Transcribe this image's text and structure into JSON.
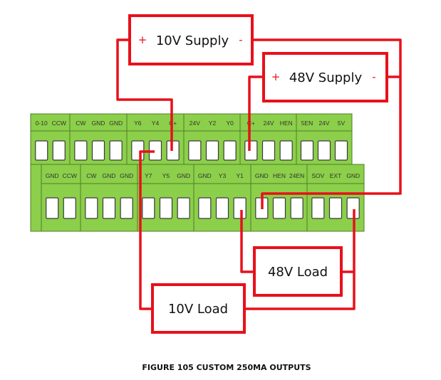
{
  "top_row": [
    {
      "labels": [
        "0-10",
        "CCW"
      ]
    },
    {
      "labels": [
        "CW",
        "GND",
        "GND"
      ]
    },
    {
      "labels": [
        "Y6",
        "Y4",
        "C+"
      ]
    },
    {
      "labels": [
        "24V",
        "Y2",
        "Y0"
      ]
    },
    {
      "labels": [
        "C+",
        "24V",
        "HEN"
      ]
    },
    {
      "labels": [
        "5EN",
        "24V",
        "5V"
      ]
    }
  ],
  "bottom_row": [
    {
      "labels": [
        "GND",
        "CCW"
      ]
    },
    {
      "labels": [
        "CW",
        "GND",
        "GND"
      ]
    },
    {
      "labels": [
        "Y7",
        "Y5",
        "GND"
      ]
    },
    {
      "labels": [
        "GND",
        "Y3",
        "Y1"
      ]
    },
    {
      "labels": [
        "GND",
        "HEN",
        "24EN"
      ]
    },
    {
      "labels": [
        "SOV",
        "EXT",
        "GND"
      ]
    }
  ],
  "supply_10v": {
    "label": "10V Supply",
    "plus": "+",
    "minus": "-"
  },
  "supply_48v": {
    "label": "48V Supply",
    "plus": "+",
    "minus": "-"
  },
  "load_48v": {
    "label": "48V Load"
  },
  "load_10v": {
    "label": "10V Load"
  },
  "caption": "FIGURE 105 CUSTOM 250MA OUTPUTS"
}
